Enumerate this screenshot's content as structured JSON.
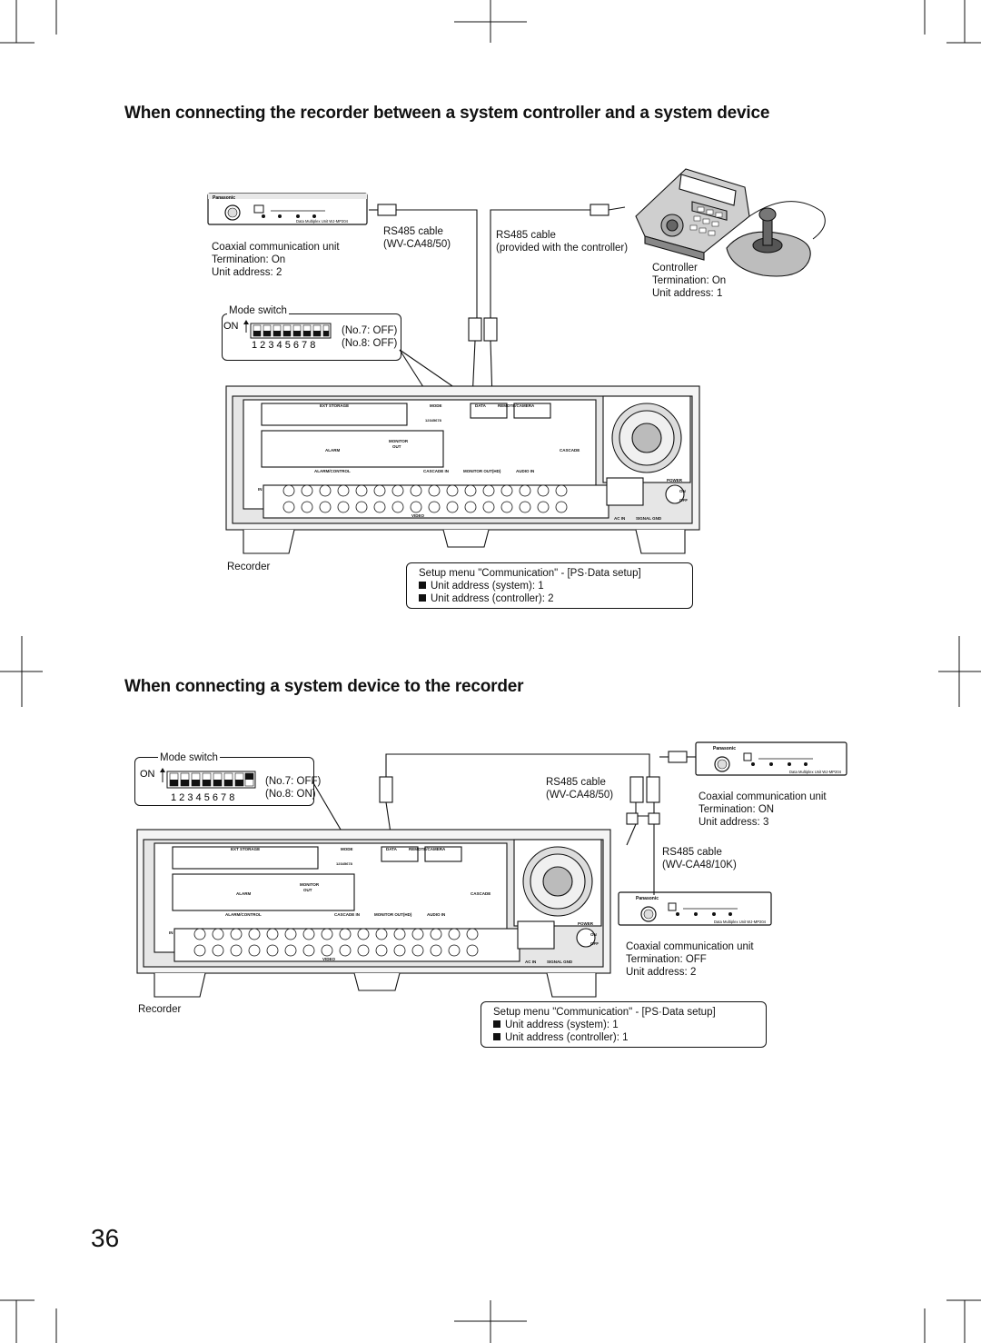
{
  "section1": {
    "heading": "When connecting the recorder between a system controller and a system device",
    "coax_unit": {
      "brand": "Panasonic",
      "model_text": "Data Multiplex Unit WJ-MP204",
      "title": "Coaxial communication unit",
      "termination": "Termination: On",
      "address": "Unit address: 2"
    },
    "cable_left": {
      "name": "RS485 cable",
      "model": "(WV-CA48/50)"
    },
    "cable_right": {
      "name": "RS485 cable",
      "model": "(provided with the controller)"
    },
    "controller": {
      "title": "Controller",
      "termination": "Termination: On",
      "address": "Unit address: 1"
    },
    "mode_switch": {
      "title": "Mode switch",
      "on_label": "ON",
      "numbers": "1 2 3 4 5 6 7 8",
      "no7": "(No.7: OFF)",
      "no8": "(No.8: OFF)"
    },
    "recorder_label": "Recorder",
    "setup": {
      "title": "Setup menu \"Communication\" - [PS·Data setup]",
      "line1": "Unit address (system): 1",
      "line2": "Unit address (controller): 2"
    }
  },
  "section2": {
    "heading": "When connecting a system device to the recorder",
    "mode_switch": {
      "title": "Mode switch",
      "on_label": "ON",
      "numbers": "1 2 3 4 5 6 7 8",
      "no7": "(No.7: OFF)",
      "no8": "(No.8: ON)"
    },
    "cable_top": {
      "name": "RS485 cable",
      "model": "(WV-CA48/50)"
    },
    "coax_unit_top": {
      "brand": "Panasonic",
      "model_text": "Data Multiplex Unit WJ-MP204",
      "title": "Coaxial communication unit",
      "termination": "Termination: ON",
      "address": "Unit address: 3"
    },
    "cable_mid": {
      "name": "RS485 cable",
      "model": "(WV-CA48/10K)"
    },
    "coax_unit_bottom": {
      "brand": "Panasonic",
      "model_text": "Data Multiplex Unit WJ-MP204",
      "title": "Coaxial communication unit",
      "termination": "Termination: OFF",
      "address": "Unit address: 2"
    },
    "recorder_label": "Recorder",
    "setup": {
      "title": "Setup menu \"Communication\" - [PS·Data setup]",
      "line1": "Unit address (system): 1",
      "line2": "Unit address (controller): 1"
    }
  },
  "recorder_panel": {
    "ext_storage": "EXT STORAGE",
    "mode": "MODE",
    "mode_digits": "12345678",
    "data": "DATA",
    "remote_camera": "REMOTE/CAMERA",
    "alarm": "ALARM",
    "alarm_control": "ALARM/CONTROL",
    "monitor": "MONITOR",
    "out": "OUT",
    "cascade": "CASCADE",
    "cascade_in": "CASCADE IN",
    "monitor_out": "MONITOR OUT(HD)",
    "audio_in": "AUDIO IN",
    "power": "POWER",
    "on": "ON",
    "off": "OFF",
    "ac_in": "AC IN",
    "signal_gnd": "SIGNAL GND",
    "in": "IN",
    "video": "VIDEO"
  },
  "page_number": "36"
}
